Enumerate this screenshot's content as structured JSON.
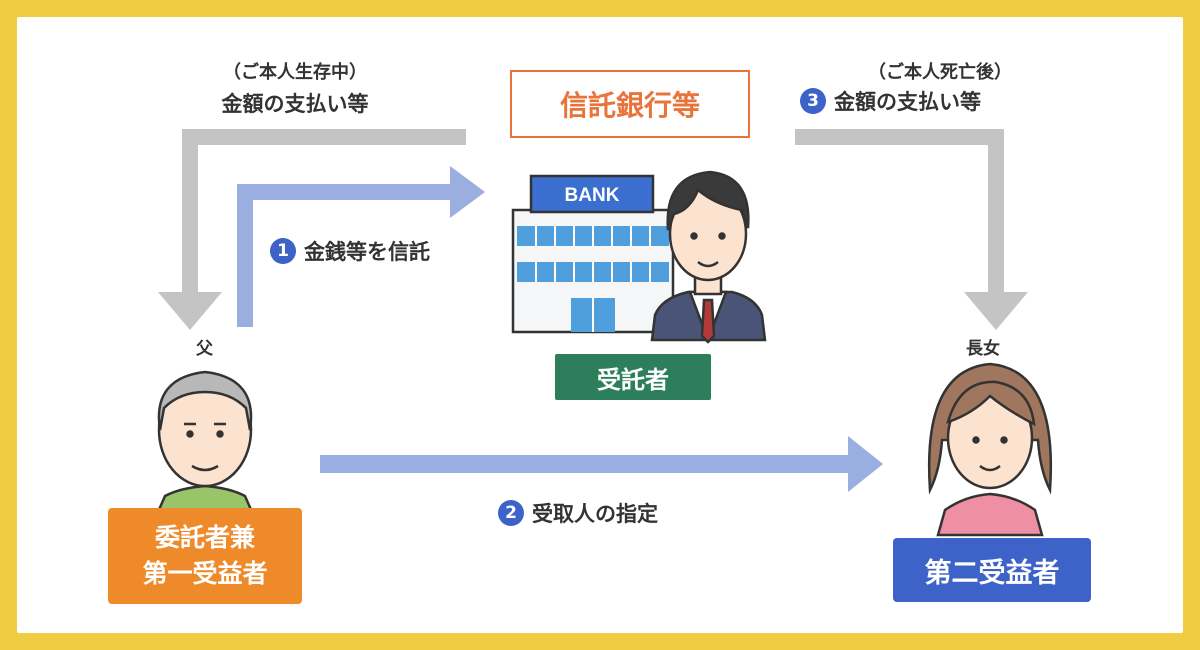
{
  "bank_title": "信託銀行等",
  "bank_sign": "BANK",
  "trustee_label": "受託者",
  "father": {
    "relation": "父",
    "role_line1": "委託者兼",
    "role_line2": "第一受益者"
  },
  "daughter": {
    "relation": "長女",
    "role": "第二受益者"
  },
  "flow_left": {
    "sub": "（ご本人生存中）",
    "main": "金額の支払い等"
  },
  "flow_right": {
    "sub": "（ご本人死亡後）",
    "number": "3",
    "main": "金額の支払い等"
  },
  "step1": {
    "number": "1",
    "text": "金銭等を信託"
  },
  "step2": {
    "number": "2",
    "text": "受取人の指定"
  },
  "colors": {
    "border": "#f0cc45",
    "gray_arrow": "#c4c4c4",
    "blue_arrow": "#9aaee0",
    "orange": "#ef8a2b",
    "green": "#2d7e5a",
    "blue": "#3d63c8",
    "bank_orange": "#e8743b"
  }
}
